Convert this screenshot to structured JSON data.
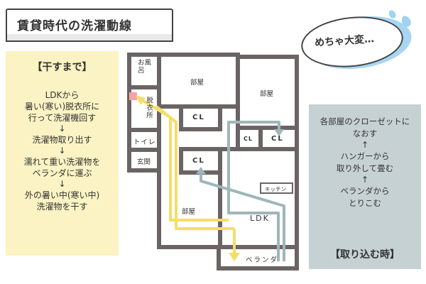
{
  "title": "賃貸時代の洗濯動線",
  "bubble": {
    "text": "めちゃ大変…"
  },
  "left_panel": {
    "heading": "【干すまで】",
    "steps": [
      "LDKから",
      "暑い(寒い)脱衣所に",
      "行って洗濯機回す",
      "↓",
      "洗濯物取り出す",
      "↓",
      "濡れて重い洗濯物を",
      "ベランダに運ぶ",
      "↓",
      "外の暑い中(寒い中)",
      "洗濯物を干す"
    ]
  },
  "right_panel": {
    "steps": [
      "各部屋のクローゼットに",
      "なおす",
      "↑",
      "ハンガーから",
      "取り外して畳む",
      "↑",
      "ベランダから",
      "とりこむ"
    ],
    "footer": "【取り込む時】"
  },
  "floor_plan": {
    "rooms": {
      "bath": "お風呂",
      "room_top": "部屋",
      "room_right": "部屋",
      "dressing": "脱衣所",
      "closet_1": "CL",
      "closet_2": "CL",
      "closet_3": "CL",
      "closet_4": "CL",
      "toilet": "トイレ",
      "entrance": "玄関",
      "kitchen": "キッチン",
      "room_bottom": "部屋",
      "ldk": "LDK",
      "veranda": "ベランダ"
    }
  },
  "colors": {
    "yellow_panel": "#fbf3c3",
    "gray_panel": "#c6d1d3",
    "wall": "#6b6464",
    "yellow_path": "#f5dd6a",
    "blue_path": "#9fb6b8",
    "washer_marker": "#f4a3a3",
    "bubble_accent": "#a8d6f2"
  }
}
